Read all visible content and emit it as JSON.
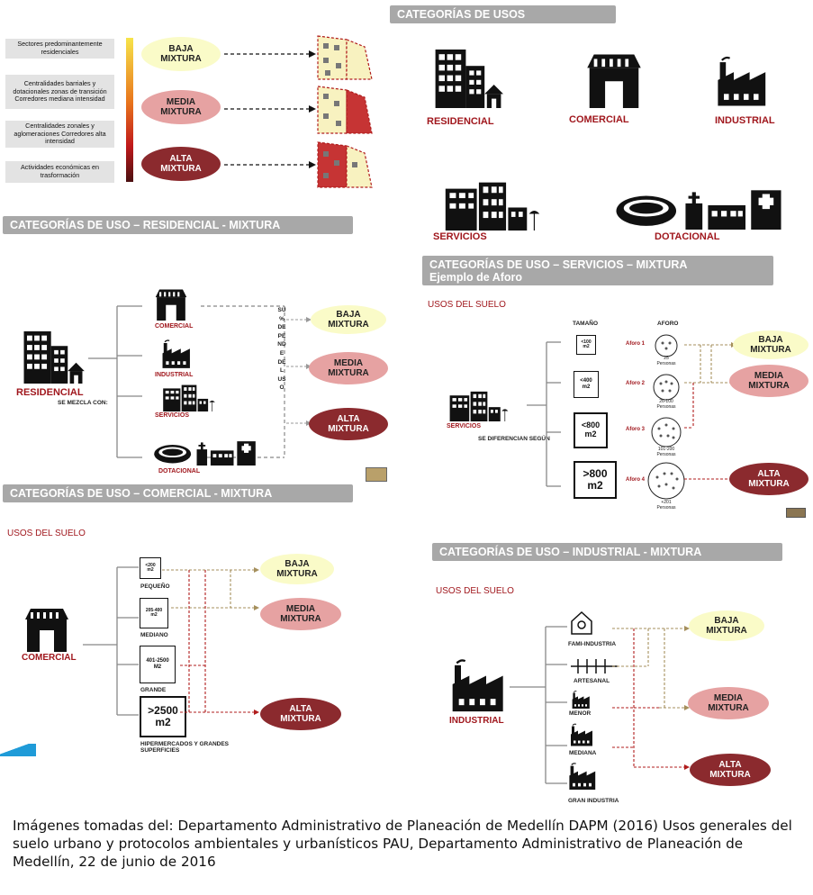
{
  "sections": {
    "top_left": {
      "categories": [
        "Sectores predominantemente residenciales",
        "Centralidades barriales y dotacionales zonas de transición Corredores mediana intensidad",
        "Centralidades zonales y aglomeraciones Corredores alta intensidad",
        "Actividades económicas en trasformación"
      ],
      "ovals": [
        "BAJA\nMIXTURA",
        "MEDIA\nMIXTURA",
        "ALTA\nMIXTURA"
      ]
    },
    "usos": {
      "title": "CATEGORÍAS DE USOS",
      "labels": [
        "RESIDENCIAL",
        "COMERCIAL",
        "INDUSTRIAL",
        "SERVICIOS",
        "DOTACIONAL"
      ]
    },
    "residencial": {
      "title": "CATEGORÍAS DE USO – RESIDENCIAL - MIXTURA",
      "main_label": "RESIDENCIAL",
      "sub_label": "SE MEZCLA CON:",
      "items": [
        "COMERCIAL",
        "INDUSTRIAL",
        "SERVICIOS",
        "DOTACIONAL"
      ],
      "vertical_text": "SU % DEPENDE DEL USO",
      "ovals": [
        "BAJA\nMIXTURA",
        "MEDIA\nMIXTURA",
        "ALTA\nMIXTURA"
      ]
    },
    "servicios": {
      "title": "CATEGORÍAS DE USO – SERVICIOS – MIXTURA",
      "subtitle": "Ejemplo de Aforo",
      "usos_label": "USOS DEL SUELO",
      "col_tamano": "TAMAÑO",
      "col_aforo": "AFORO",
      "main_label": "SERVICIOS",
      "sub_label": "SE DIFERENCIAN SEGÚN",
      "sizes": [
        "<100\nm2",
        "<400\nm2",
        "<800\nm2",
        ">800\nm2"
      ],
      "aforos": [
        "Aforo 1",
        "Aforo 2",
        "Aforo 3",
        "Aforo 4"
      ],
      "personas": [
        "25\nPersonas",
        "26-100\nPersonas",
        "101-200\nPersonas",
        "+201\nPersonas"
      ],
      "ovals": [
        "BAJA\nMIXTURA",
        "MEDIA\nMIXTURA",
        "ALTA\nMIXTURA"
      ]
    },
    "comercial": {
      "title": "CATEGORÍAS DE USO – COMERCIAL - MIXTURA",
      "usos_label": "USOS DEL SUELO",
      "main_label": "COMERCIAL",
      "sizes": [
        "<200\nm2",
        "205-400\nm2",
        "401-2500\nM2",
        ">2500\nm2"
      ],
      "size_labels": [
        "PEQUEÑO",
        "MEDIANO",
        "GRANDE",
        "HIPERMERCADOS Y GRANDES SUPERFICIES"
      ],
      "ovals": [
        "BAJA\nMIXTURA",
        "MEDIA\nMIXTURA",
        "ALTA\nMIXTURA"
      ]
    },
    "industrial": {
      "title": "CATEGORÍAS DE USO – INDUSTRIAL - MIXTURA",
      "usos_label": "USOS DEL SUELO",
      "main_label": "INDUSTRIAL",
      "items": [
        "FAMI-INDUSTRIA",
        "ARTESANAL",
        "MENOR",
        "MEDIANA",
        "GRAN INDUSTRIA"
      ],
      "ovals": [
        "BAJA\nMIXTURA",
        "MEDIA\nMIXTURA",
        "ALTA\nMIXTURA"
      ]
    }
  },
  "footer": "Imágenes tomadas del:  Departamento Administrativo de Planeación de Medellín DAPM (2016) Usos generales del suelo urbano y protocolos ambientales y urbanísticos PAU, Departamento Administrativo de Planeación de Medellín, 22 de junio de 2016",
  "colors": {
    "baja": "#fafbc8",
    "media": "#e6a2a2",
    "alta": "#8b2a2e",
    "header": "#a8a8a8",
    "accent_red": "#a0171d"
  }
}
